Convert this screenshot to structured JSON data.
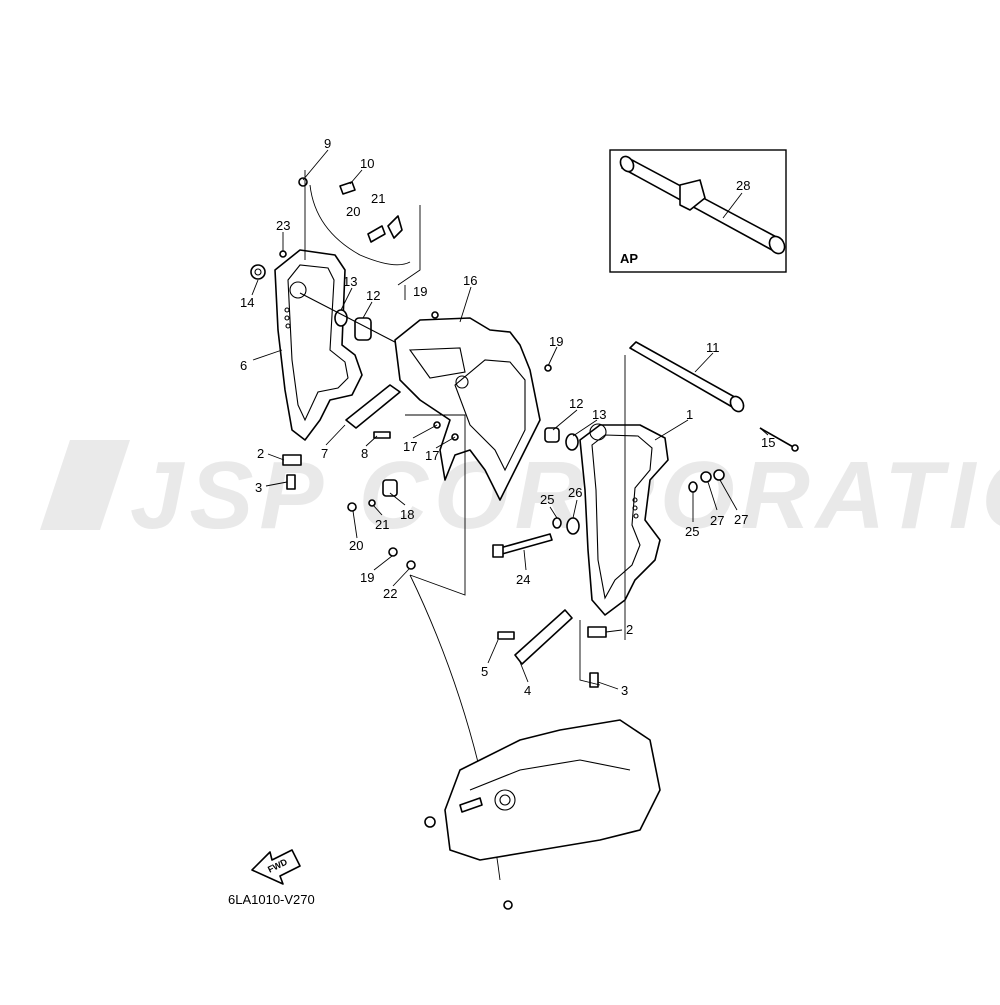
{
  "watermark": {
    "text": "JSP CORPORATION"
  },
  "inset": {
    "label": "AP",
    "part_number": "28"
  },
  "fwd_label": "FWD",
  "diagram_code": "6LA1010-V270",
  "callouts": [
    {
      "id": "c9",
      "text": "9"
    },
    {
      "id": "c10",
      "text": "10"
    },
    {
      "id": "c21a",
      "text": "21"
    },
    {
      "id": "c20a",
      "text": "20"
    },
    {
      "id": "c23",
      "text": "23"
    },
    {
      "id": "c14",
      "text": "14"
    },
    {
      "id": "c13a",
      "text": "13"
    },
    {
      "id": "c12a",
      "text": "12"
    },
    {
      "id": "c19a",
      "text": "19"
    },
    {
      "id": "c16",
      "text": "16"
    },
    {
      "id": "c6",
      "text": "6"
    },
    {
      "id": "c19b",
      "text": "19"
    },
    {
      "id": "c11",
      "text": "11"
    },
    {
      "id": "c1",
      "text": "1"
    },
    {
      "id": "c12b",
      "text": "12"
    },
    {
      "id": "c13b",
      "text": "13"
    },
    {
      "id": "c17a",
      "text": "17"
    },
    {
      "id": "c17b",
      "text": "17"
    },
    {
      "id": "c7",
      "text": "7"
    },
    {
      "id": "c8",
      "text": "8"
    },
    {
      "id": "c2a",
      "text": "2"
    },
    {
      "id": "c3a",
      "text": "3"
    },
    {
      "id": "c15",
      "text": "15"
    },
    {
      "id": "c25a",
      "text": "25"
    },
    {
      "id": "c26",
      "text": "26"
    },
    {
      "id": "c25b",
      "text": "25"
    },
    {
      "id": "c27a",
      "text": "27"
    },
    {
      "id": "c27b",
      "text": "27"
    },
    {
      "id": "c21b",
      "text": "21"
    },
    {
      "id": "c18",
      "text": "18"
    },
    {
      "id": "c20b",
      "text": "20"
    },
    {
      "id": "c19c",
      "text": "19"
    },
    {
      "id": "c22",
      "text": "22"
    },
    {
      "id": "c24",
      "text": "24"
    },
    {
      "id": "c2b",
      "text": "2"
    },
    {
      "id": "c5",
      "text": "5"
    },
    {
      "id": "c4",
      "text": "4"
    },
    {
      "id": "c3b",
      "text": "3"
    }
  ]
}
